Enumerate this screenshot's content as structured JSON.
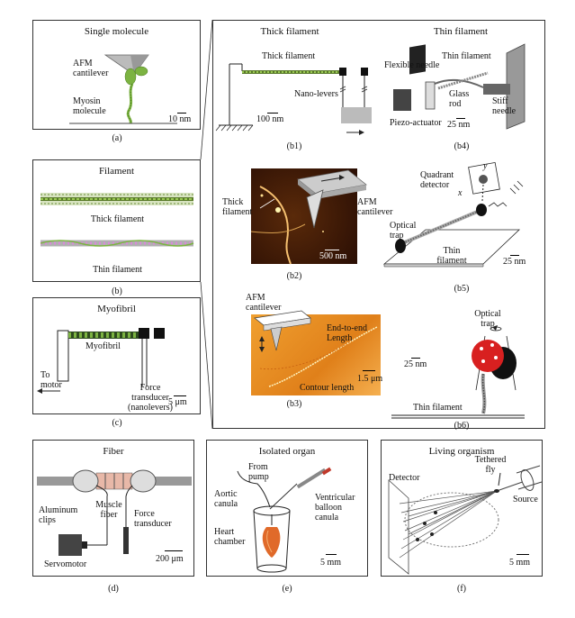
{
  "panels": {
    "a": {
      "title": "Single molecule",
      "afm": "AFM\ncantilever",
      "myosin": "Myosin\nmolecule",
      "scale": "10 nm",
      "caption": "(a)"
    },
    "b": {
      "title": "Filament",
      "thick": "Thick filament",
      "thin": "Thin filament",
      "caption": "(b)"
    },
    "c": {
      "title": "Myofibril",
      "myofibril": "Myofibril",
      "to_motor": "To\nmotor",
      "force": "Force\ntransducer\n(nanolevers)",
      "scale": "5 μm",
      "caption": "(c)"
    },
    "b_main": {
      "thick_header": "Thick filament",
      "thin_header": "Thin filament"
    },
    "b1": {
      "thick": "Thick filament",
      "nano": "Nano-levers",
      "scale": "100 nm",
      "caption": "(b1)"
    },
    "b4": {
      "flex": "Flexible needle",
      "thin": "Thin filament",
      "glass": "Glass\nrod",
      "stiff": "Stiff\nneedle",
      "piezo": "Piezo-actuator",
      "scale": "25 nm",
      "caption": "(b4)"
    },
    "b2": {
      "thick": "Thick\nfilament",
      "afm": "AFM\ncantilever",
      "scale": "500 nm",
      "caption": "(b2)"
    },
    "b5": {
      "quad": "Quadrant\ndetector",
      "y": "y",
      "x": "x",
      "trap": "Optical\ntrap",
      "thin": "Thin\nfilament",
      "scale": "25 nm",
      "caption": "(b5)"
    },
    "b3": {
      "afm": "AFM\ncantilever",
      "end": "End-to-end\nLength",
      "contour": "Contour length",
      "scale": "1.5 μm",
      "caption": "(b3)"
    },
    "b6": {
      "trap": "Optical\ntrap",
      "scale": "25 nm",
      "thin": "Thin filament",
      "caption": "(b6)"
    },
    "d": {
      "title": "Fiber",
      "clips": "Aluminum\nclips",
      "muscle": "Muscle\nfiber",
      "force": "Force\ntransducer",
      "servo": "Servomotor",
      "scale": "200 μm",
      "caption": "(d)"
    },
    "e": {
      "title": "Isolated organ",
      "pump": "From\npump",
      "aortic": "Aortic\ncanula",
      "vent": "Ventricular\nballoon\ncanula",
      "heart": "Heart\nchamber",
      "scale": "5 mm",
      "caption": "(e)"
    },
    "f": {
      "title": "Living organism",
      "detector": "Detector",
      "fly": "Tethered\nfly",
      "source": "Source",
      "scale": "5 mm",
      "caption": "(f)"
    }
  }
}
